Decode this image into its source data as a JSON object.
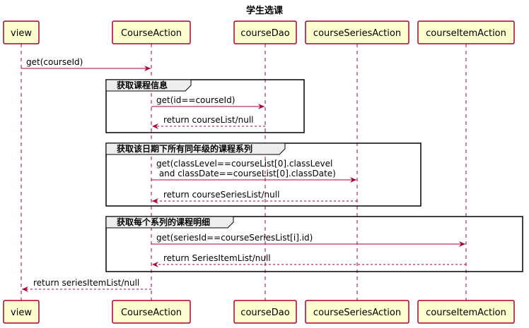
{
  "diagram": {
    "title": "学生选课",
    "participants": [
      {
        "id": "view",
        "label": "view"
      },
      {
        "id": "courseAction",
        "label": "CourseAction"
      },
      {
        "id": "courseDao",
        "label": "courseDao"
      },
      {
        "id": "courseSeriesAction",
        "label": "courseSeriesAction"
      },
      {
        "id": "courseItemAction",
        "label": "courseItemAction"
      }
    ],
    "groups": [
      {
        "title": "获取课程信息",
        "messages": [
          {
            "lines": [
              "get(id==courseId)"
            ],
            "kind": "call"
          },
          {
            "lines": [
              "return courseList/null"
            ],
            "kind": "return"
          }
        ]
      },
      {
        "title": "获取该日期下所有同年级的课程系列",
        "messages": [
          {
            "lines": [
              "get(classLevel==courseList[0].classLevel",
              " and classDate==courseList[0].classDate)"
            ],
            "kind": "call"
          },
          {
            "lines": [
              "return courseSeriesList/null"
            ],
            "kind": "return"
          }
        ]
      },
      {
        "title": "获取每个系列的课程明细",
        "messages": [
          {
            "lines": [
              "get(seriesId==courseSeriesList[i].id)"
            ],
            "kind": "call"
          },
          {
            "lines": [
              "return SeriesItemList/null"
            ],
            "kind": "return"
          }
        ]
      }
    ],
    "messages": [
      {
        "lines": [
          "get(courseId)"
        ],
        "kind": "call"
      },
      {
        "lines": [
          "return seriesItemList/null"
        ],
        "kind": "return"
      }
    ],
    "colors": {
      "participant_fill": "#FEFECE",
      "participant_border": "#A80036",
      "arrow": "#A80036",
      "group_border": "#000000",
      "group_title_fill": "#EEEEEE"
    }
  }
}
